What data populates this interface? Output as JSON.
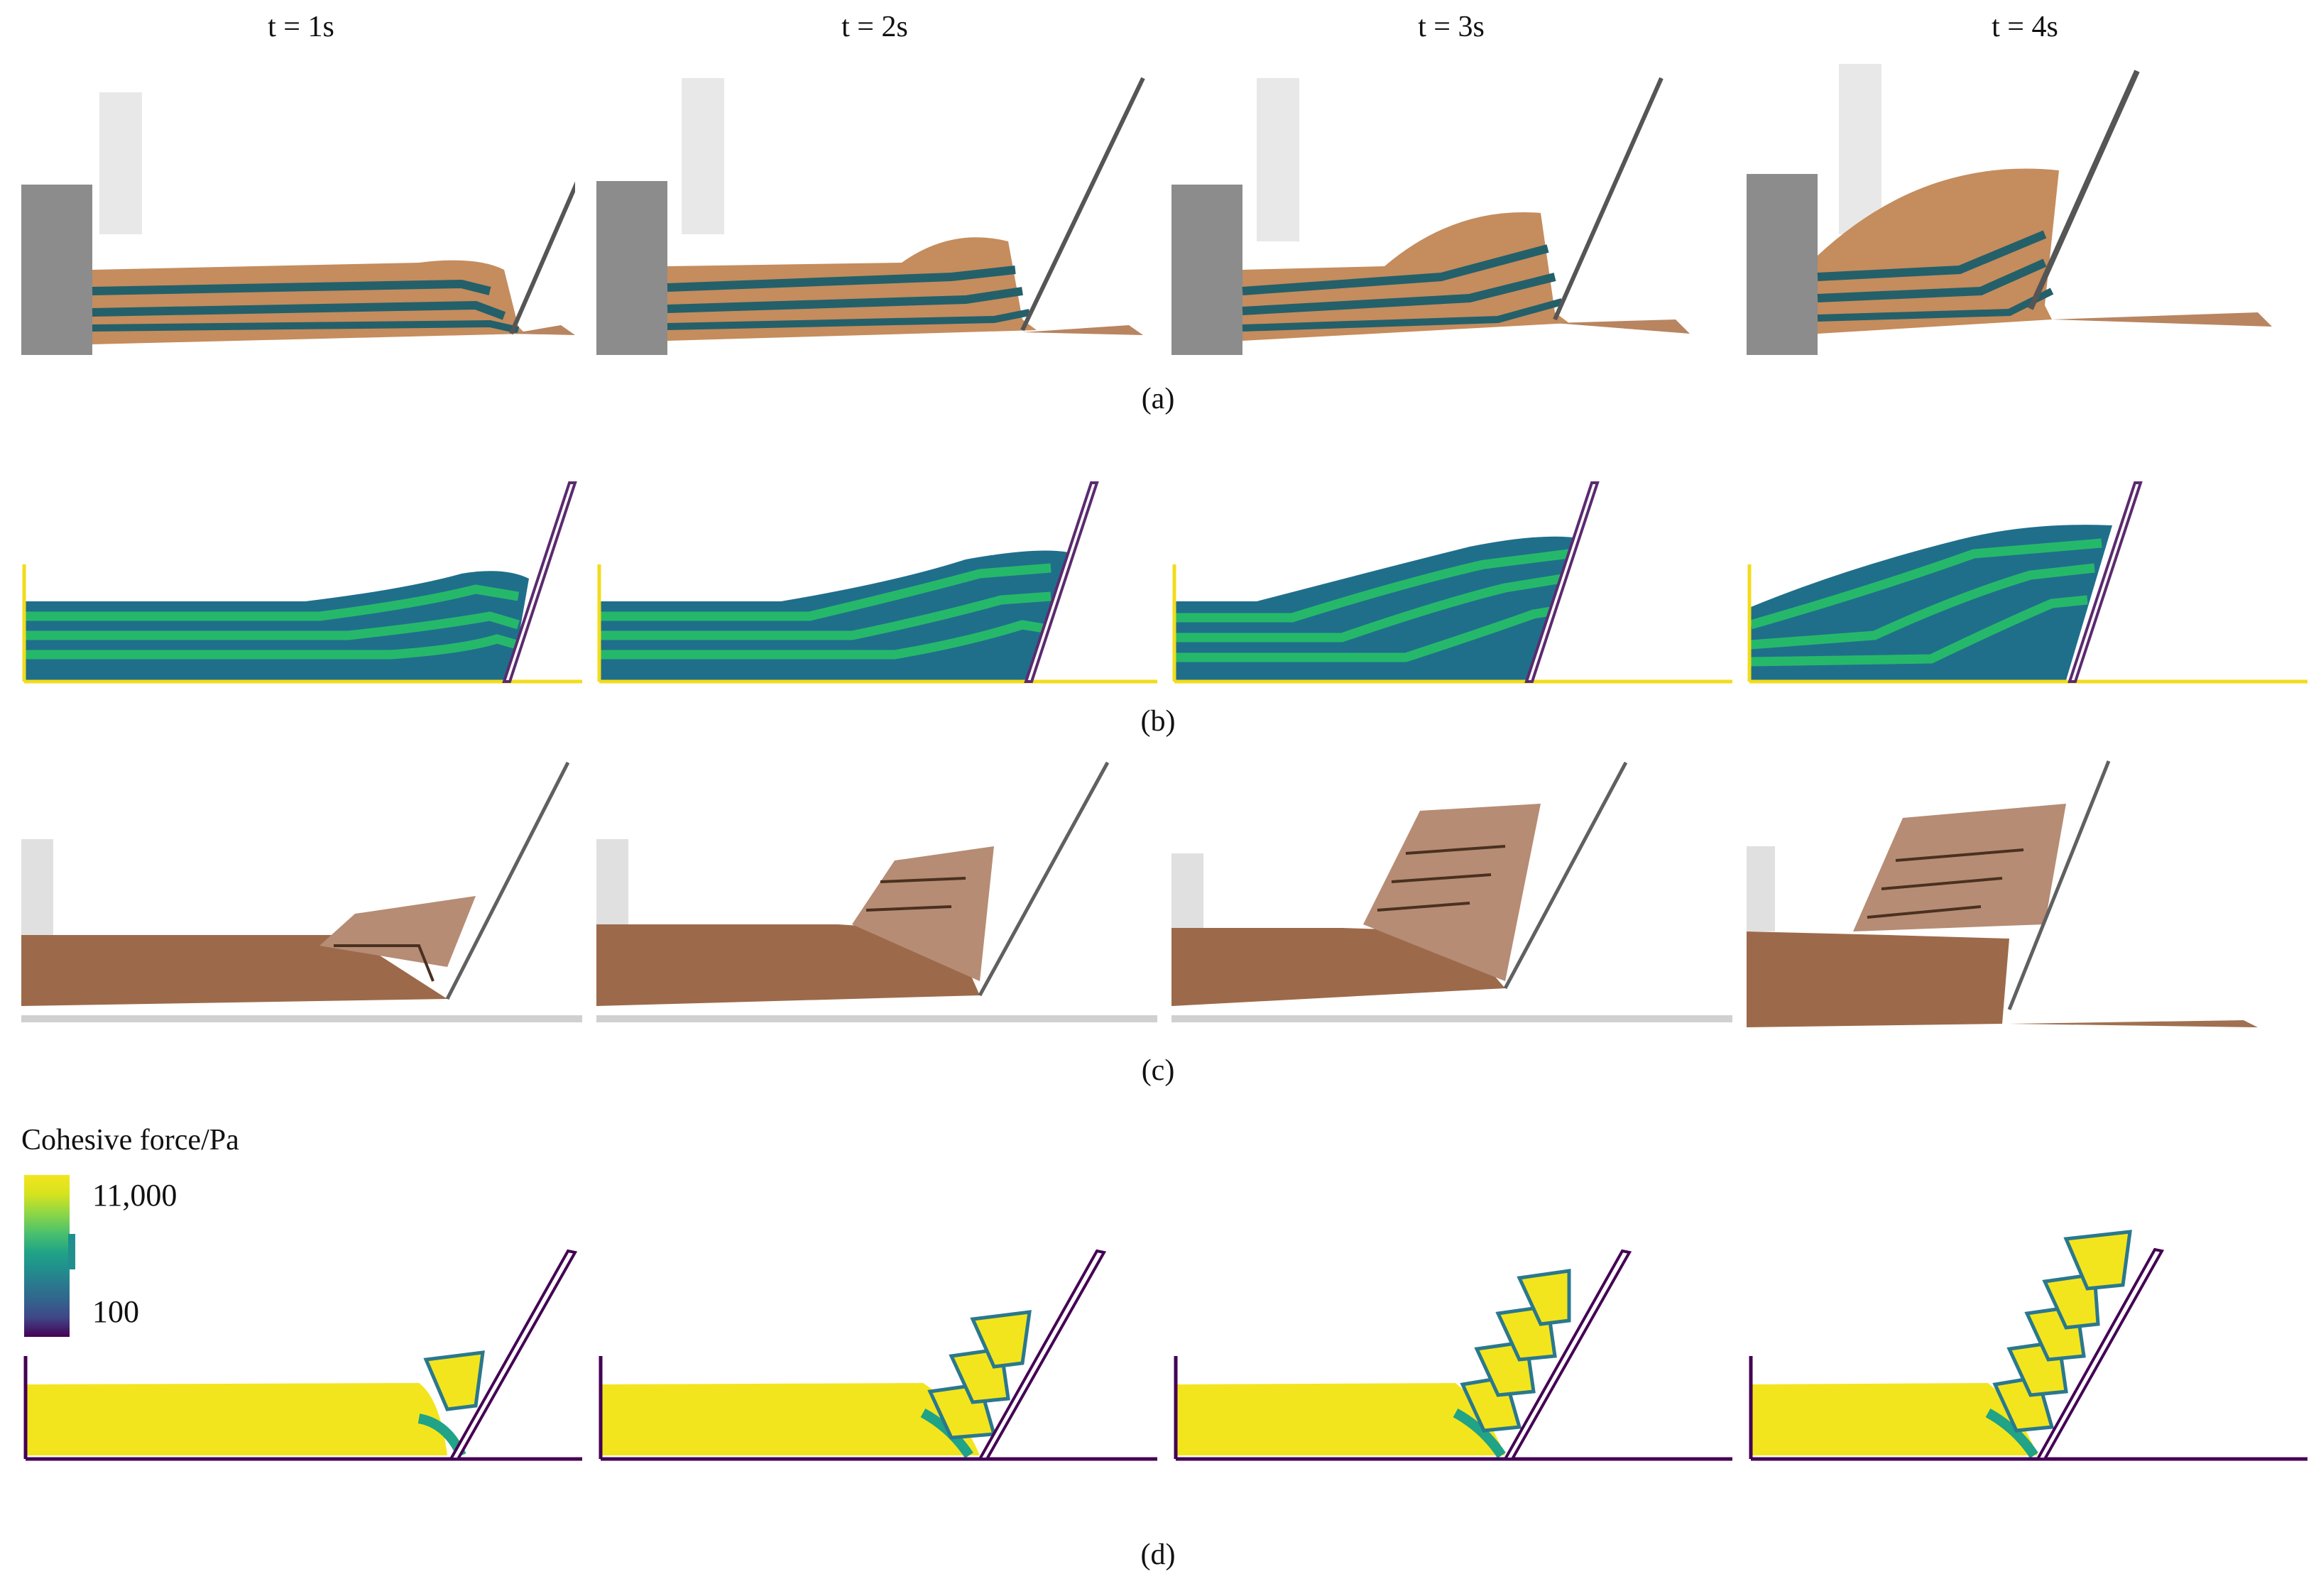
{
  "time_labels": [
    "t = 1s",
    "t = 2s",
    "t = 3s",
    "t = 4s"
  ],
  "row_captions": {
    "a": "(a)",
    "b": "(b)",
    "c": "(c)",
    "d": "(d)"
  },
  "legend": {
    "title": "Cohesive force/Pa",
    "max_label": "11,000",
    "min_label": "100",
    "colormap": "viridis"
  },
  "colors": {
    "sim_dark_layer": "#1f6f8b",
    "sim_light_layer": "#26b86a",
    "sim_boundary": "#f2dc1a",
    "wall_outline": "#5b2a6f",
    "cohesive_high": "#f3e51d",
    "cohesive_low": "#440154",
    "soil_photo": "#b8835a",
    "soil_stripes": "#24606a"
  }
}
